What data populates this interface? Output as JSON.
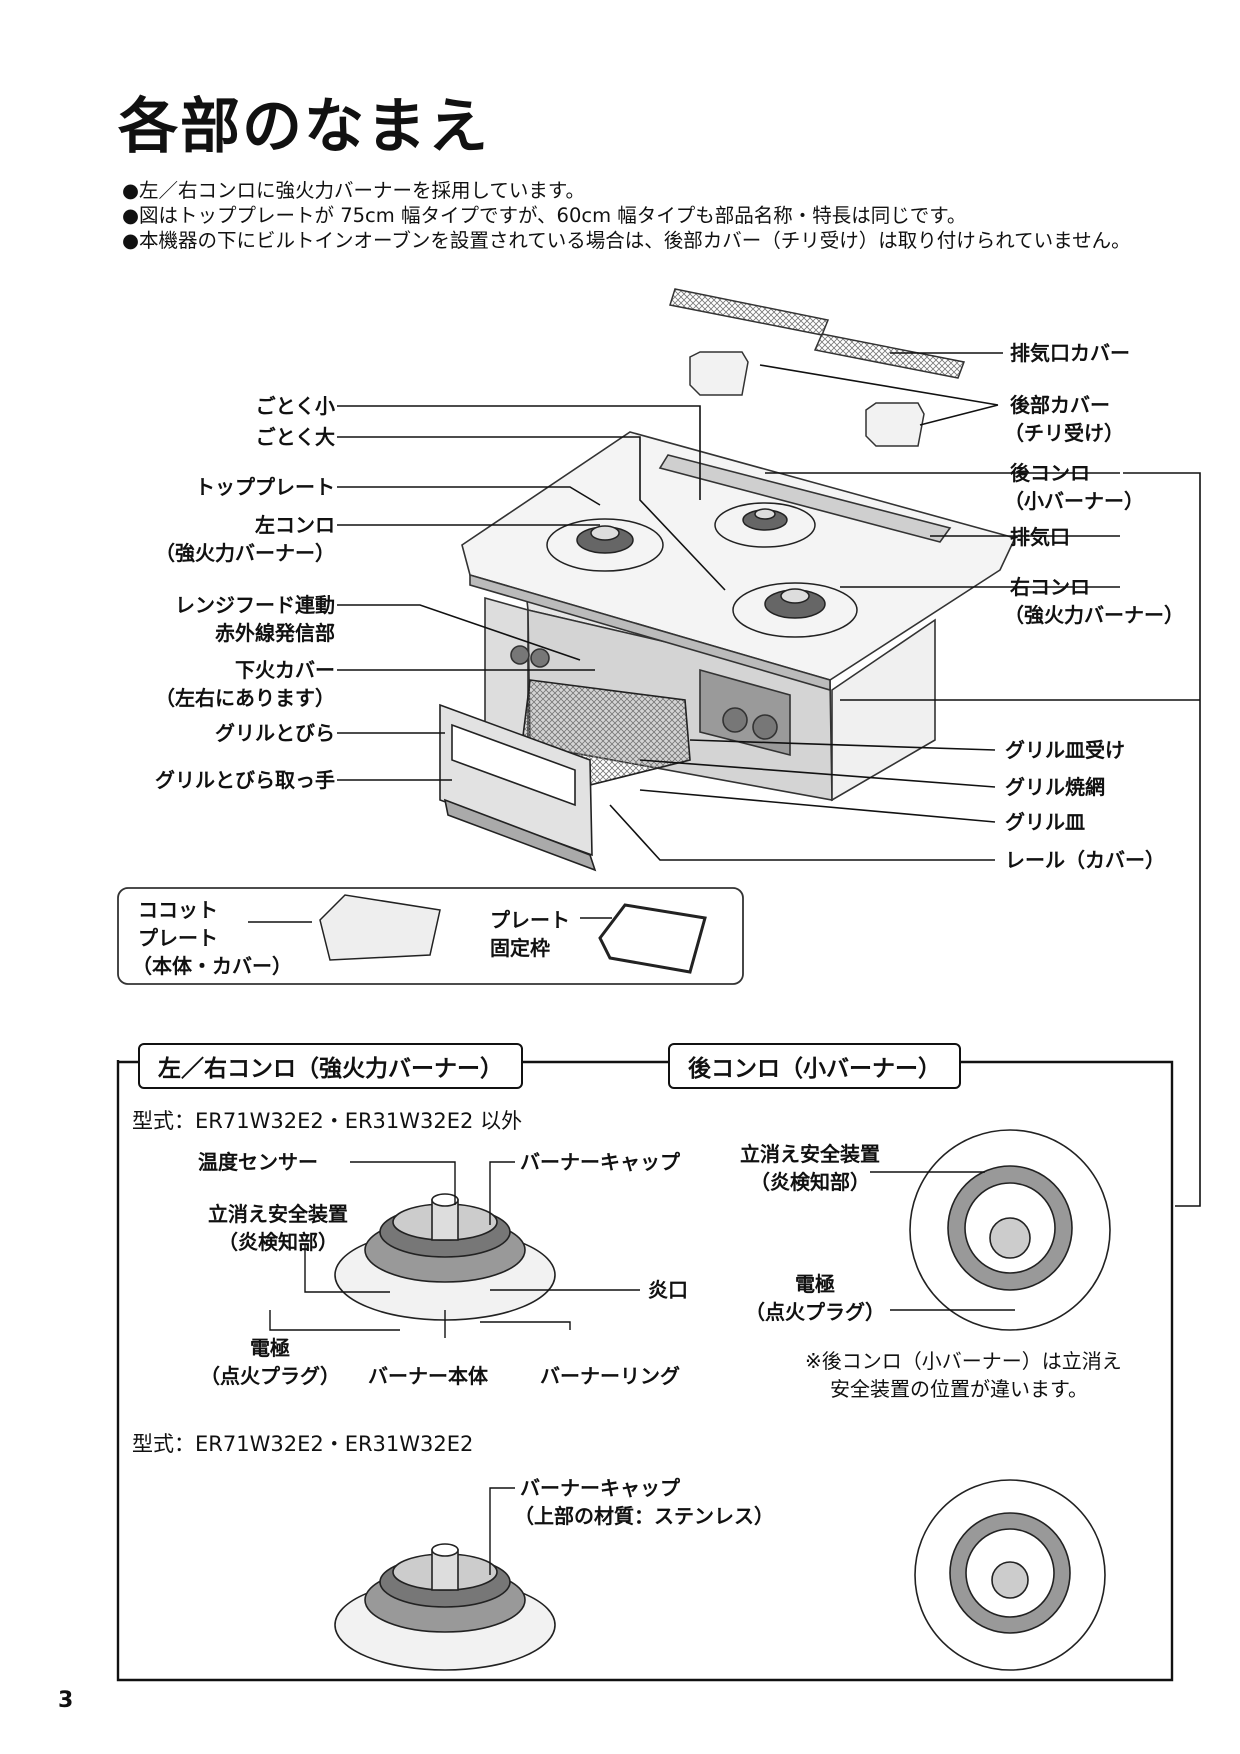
{
  "title": "各部のなまえ",
  "notes": [
    "●左／右コンロに強火力バーナーを採用しています。",
    "●図はトッププレートが 75cm 幅タイプですが、60cm 幅タイプも部品名称・特長は同じです。",
    "●本機器の下にビルトインオーブンを設置されている場合は、後部カバー（チリ受け）は取り付けられていません。"
  ],
  "labels": {
    "gotoku_small": "ごとく小",
    "gotoku_large": "ごとく大",
    "top_plate": "トッププレート",
    "left_burner": "左コンロ",
    "left_burner_sub": "（強火力バーナー）",
    "range_hood_1": "レンジフード連動",
    "range_hood_2": "赤外線発信部",
    "lower_fire_cover": "下火カバー",
    "lower_fire_cover_sub": "（左右にあります）",
    "grill_door": "グリルとびら",
    "grill_door_handle": "グリルとびら取っ手",
    "exhaust_cover": "排気口カバー",
    "rear_cover": "後部カバー",
    "rear_cover_sub": "（チリ受け）",
    "rear_burner": "後コンロ",
    "rear_burner_sub": "（小バーナー）",
    "exhaust": "排気口",
    "right_burner": "右コンロ",
    "right_burner_sub": "（強火力バーナー）",
    "grill_pan_holder": "グリル皿受け",
    "grill_net": "グリル焼網",
    "grill_pan": "グリル皿",
    "rail": "レール（カバー）"
  },
  "accessories": {
    "cocotte_1": "ココット",
    "cocotte_2": "プレート",
    "cocotte_3": "（本体・カバー）",
    "plate_frame_1": "プレート",
    "plate_frame_2": "固定枠"
  },
  "section": {
    "tab_left": "左／右コンロ（強火力バーナー）",
    "tab_right": "後コンロ（小バーナー）",
    "model_1": "型式：ER71W32E2・ER31W32E2 以外",
    "temp_sensor": "温度センサー",
    "burner_cap": "バーナーキャップ",
    "safety_1": "立消え安全装置",
    "safety_2": "（炎検知部）",
    "flame_port": "炎口",
    "electrode_1": "電極",
    "electrode_2": "（点火プラグ）",
    "burner_body": "バーナー本体",
    "burner_ring": "バーナーリング",
    "r_safety_1": "立消え安全装置",
    "r_safety_2": "（炎検知部）",
    "r_electrode_1": "電極",
    "r_electrode_2": "（点火プラグ）",
    "r_note_1": "※後コンロ（小バーナー）は立消え",
    "r_note_2": "安全装置の位置が違います。",
    "model_2": "型式：ER71W32E2・ER31W32E2",
    "cap2_1": "バーナーキャップ",
    "cap2_2": "（上部の材質：ステンレス）"
  },
  "page_number": "3"
}
